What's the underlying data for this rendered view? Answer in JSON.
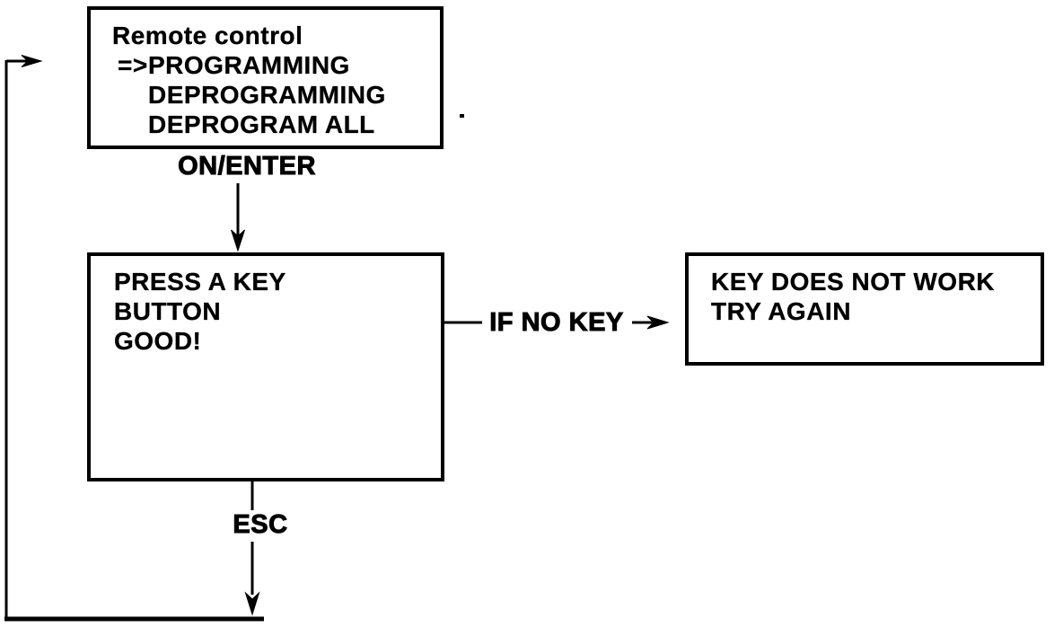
{
  "diagram": {
    "colors": {
      "ink": "#000000",
      "background": "#ffffff"
    },
    "menu_box": {
      "title": "Remote control",
      "selection_pointer": "=>",
      "items": [
        "PROGRAMMING",
        "DEPROGRAMMING",
        "DEPROGRAM ALL"
      ]
    },
    "on_enter_label": "ON/ENTER",
    "press_key_box": {
      "line1": "PRESS A KEY",
      "line2": "BUTTON",
      "line3": "GOOD!"
    },
    "if_no_key_label": "IF NO KEY",
    "key_fail_box": {
      "line1": "KEY DOES NOT WORK",
      "line2": "TRY AGAIN"
    },
    "esc_label": "ESC",
    "artifact_dot": "."
  }
}
